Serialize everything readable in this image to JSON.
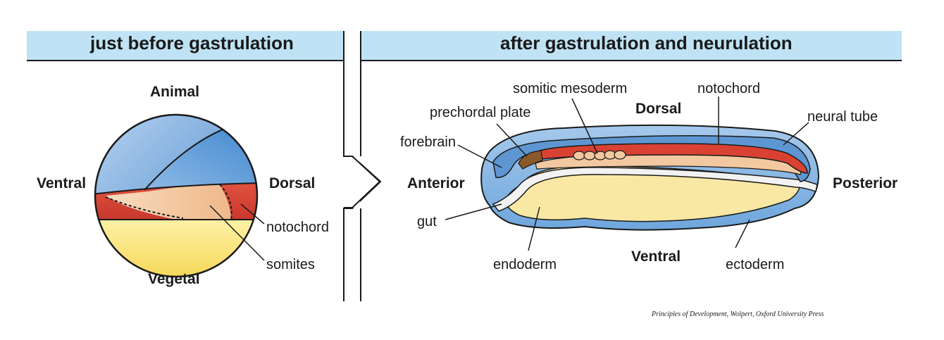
{
  "titles": {
    "left": "just before gastrulation",
    "right": "after gastrulation and neurulation"
  },
  "left_labels": {
    "animal": "Animal",
    "vegetal": "Vegetal",
    "ventral": "Ventral",
    "dorsal": "Dorsal",
    "notochord": "notochord",
    "somites": "somites"
  },
  "right_labels": {
    "somitic_mesoderm": "somitic mesoderm",
    "notochord": "notochord",
    "prechordal_plate": "prechordal plate",
    "dorsal": "Dorsal",
    "neural_tube": "neural tube",
    "forebrain": "forebrain",
    "anterior": "Anterior",
    "posterior": "Posterior",
    "gut": "gut",
    "endoderm": "endoderm",
    "ventral": "Ventral",
    "ectoderm": "ectoderm"
  },
  "credit": "Principles of Development, Wolpert, Oxford University Press",
  "colors": {
    "header_band": "#bfe3f4",
    "ectoderm_blue": "#7fb3e0",
    "mesoderm_red": "#d94a3a",
    "somite_peach": "#f2c8a0",
    "endoderm_yellow": "#f7e08a",
    "prechordal_brown": "#8a5a2b",
    "outline": "#1a1a1a"
  }
}
